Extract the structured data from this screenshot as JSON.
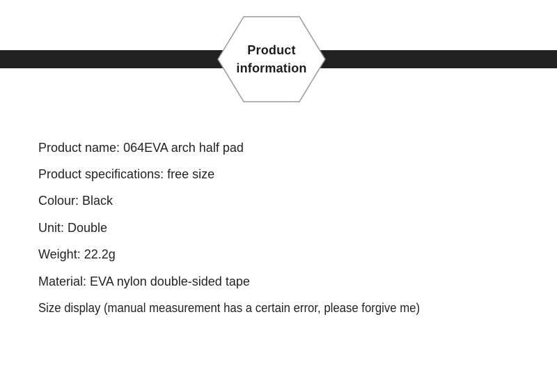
{
  "badge": {
    "line1": "Product",
    "line2": "information"
  },
  "info": {
    "lines": [
      "Product name: 064EVA arch half pad",
      "Product specifications: free size",
      "Colour: Black",
      "Unit: Double",
      "Weight: 22.2g",
      "Material: EVA nylon double-sided tape",
      "Size display (manual measurement has a certain error, please forgive me)"
    ]
  },
  "colors": {
    "ribbon": "#212121",
    "text": "#222222",
    "badge_text": "#1c1c1c",
    "hexagon_border": "#999999",
    "hexagon_fill": "#ffffff",
    "background": "#ffffff"
  }
}
